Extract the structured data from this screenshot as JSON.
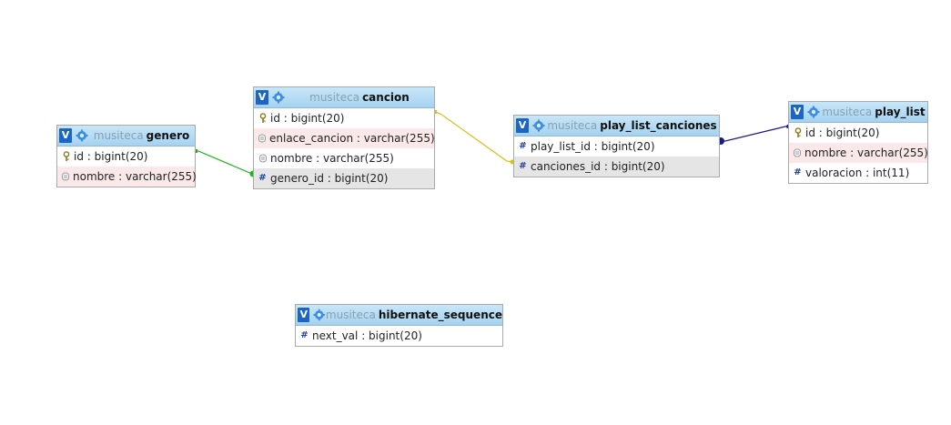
{
  "tables": {
    "genero": {
      "db": "musiteca",
      "name": "genero",
      "columns": [
        {
          "text": "id : bigint(20)",
          "icon": "key-icon",
          "bg": "white"
        },
        {
          "text": "nombre : varchar(255)",
          "icon": "unique-icon",
          "bg": "pink"
        }
      ]
    },
    "cancion": {
      "db": "musiteca",
      "name": "cancion",
      "columns": [
        {
          "text": "id : bigint(20)",
          "icon": "key-icon",
          "bg": "white"
        },
        {
          "text": "enlace_cancion : varchar(255)",
          "icon": "unique-icon",
          "bg": "pink"
        },
        {
          "text": "nombre : varchar(255)",
          "icon": "unique-icon",
          "bg": "white"
        },
        {
          "text": "genero_id : bigint(20)",
          "icon": "hash-icon",
          "bg": "grey"
        }
      ]
    },
    "play_list_canciones": {
      "db": "musiteca",
      "name": "play_list_canciones",
      "columns": [
        {
          "text": "play_list_id : bigint(20)",
          "icon": "hash-icon",
          "bg": "white"
        },
        {
          "text": "canciones_id : bigint(20)",
          "icon": "hash-icon",
          "bg": "grey"
        }
      ]
    },
    "play_list": {
      "db": "musiteca",
      "name": "play_list",
      "columns": [
        {
          "text": "id : bigint(20)",
          "icon": "key-icon",
          "bg": "white"
        },
        {
          "text": "nombre : varchar(255)",
          "icon": "unique-icon",
          "bg": "pink"
        },
        {
          "text": "valoracion : int(11)",
          "icon": "hash-icon",
          "bg": "white"
        }
      ]
    },
    "hibernate_sequence": {
      "db": "musiteca",
      "name": "hibernate_sequence",
      "columns": [
        {
          "text": "next_val : bigint(20)",
          "icon": "hash-icon",
          "bg": "white"
        }
      ]
    }
  },
  "toggle_label": "V",
  "relation_colors": {
    "cancion_genero": "#1fb31f",
    "canciones_cancion": "#d4c21c",
    "playlist_canciones": "#1a1a8c"
  }
}
